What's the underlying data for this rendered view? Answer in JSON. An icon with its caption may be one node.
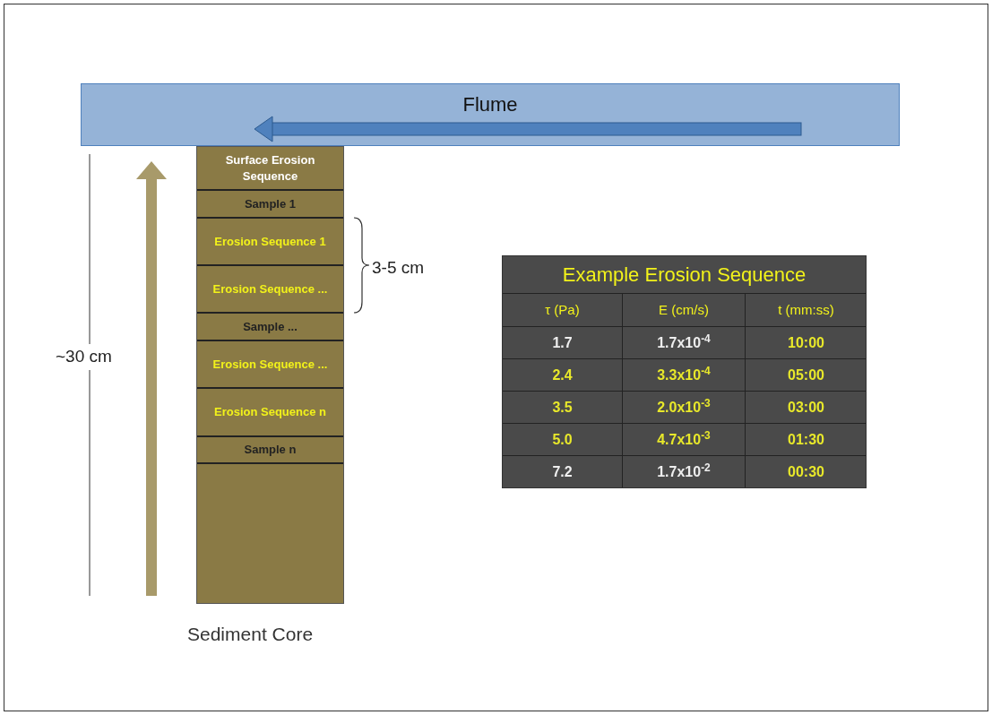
{
  "diagram": {
    "nodes": [
      {
        "text": [
          "Flume"
        ]
      },
      {
        "text": [
          "Sediment Core"
        ]
      },
      {
        "text": [
          "Surface Erosion Sequence"
        ],
        "in": 1
      },
      {
        "text": [
          "Sample 1"
        ],
        "in": 1
      },
      {
        "text": [
          "Erosion Sequence 1"
        ],
        "in": 1
      },
      {
        "text": [
          "Erosion Sequence ..."
        ],
        "in": 1
      },
      {
        "text": [
          "Sample ..."
        ],
        "in": 1
      },
      {
        "text": [
          "Erosion Sequence ..."
        ],
        "in": 1
      },
      {
        "text": [
          "Erosion Sequence n"
        ],
        "in": 1
      },
      {
        "text": [
          "Sample n"
        ],
        "in": 1
      },
      {
        "text": [
          "Example Erosion Sequence"
        ]
      }
    ],
    "labels": [
      "~30 cm",
      "3-5 cm",
      "τ (Pa)",
      "E (cm/s)",
      "t (mm:ss)",
      "1.7",
      "1.7x10$^{-4}$",
      "10:00",
      "2.4",
      "3.3x10$^{-4}$",
      "05:00",
      "3.5",
      "2.0x10$^{-3}$",
      "03:00",
      "5.0",
      "4.7x10$^{-3}$",
      "01:30",
      "7.2",
      "1.7x10$^{-2}$",
      "00:30"
    ]
  }
}
